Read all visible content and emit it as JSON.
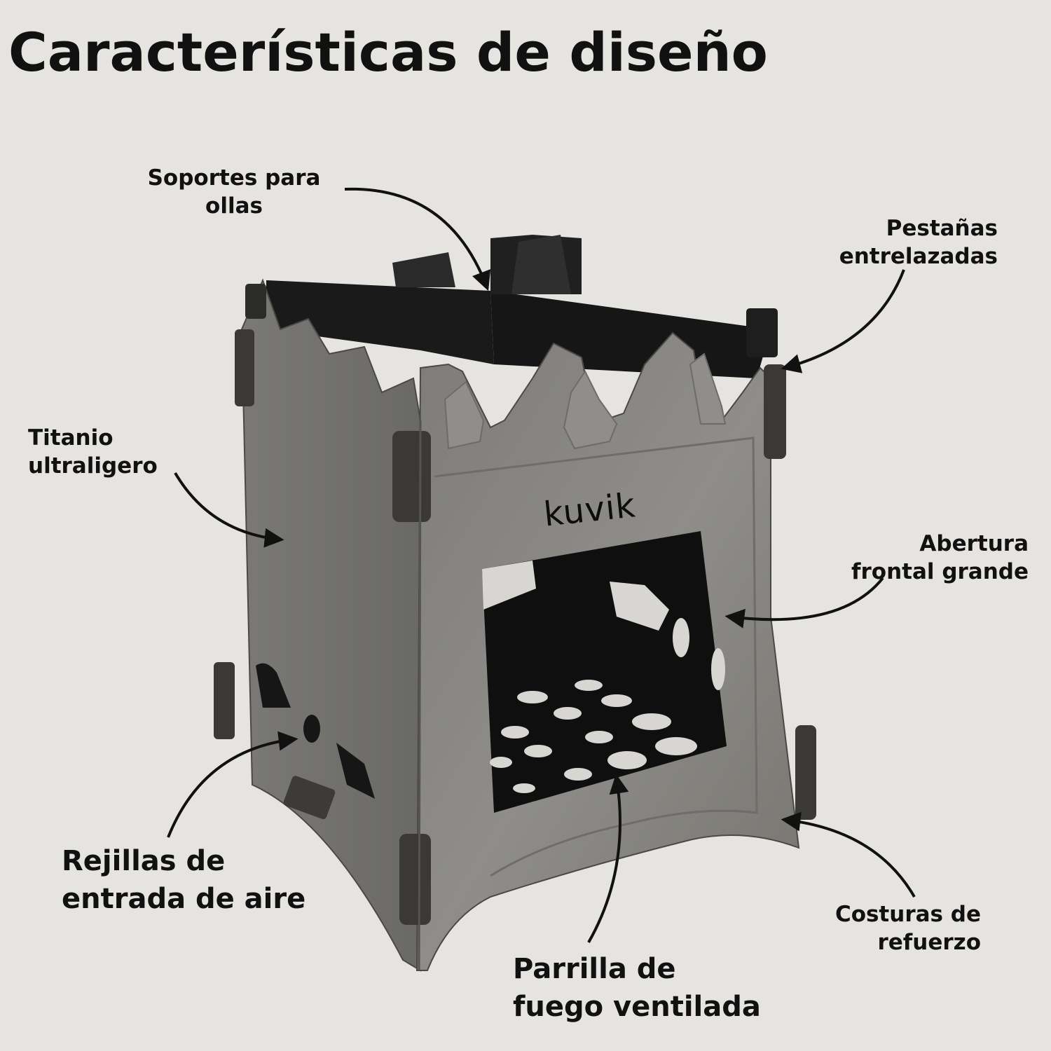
{
  "title": "Características de diseño",
  "labels": {
    "pot_supports": "Soportes para\nollas",
    "interlocking_tabs": "Pestañas\nentrelazadas",
    "titanium": "Titanio\nultraligero",
    "front_opening": "Abertura\nfrontal grande",
    "air_vents": "Rejillas de\nentrada de aire",
    "seams": "Costuras de\nrefuerzo",
    "grate": "Parrilla de\nfuego ventilada"
  },
  "brand": "kuvik",
  "colors": {
    "background": "#e6e4e0",
    "titanium_light": "#8c8b87",
    "titanium_dark": "#5f5e5a",
    "interior": "#111111"
  }
}
